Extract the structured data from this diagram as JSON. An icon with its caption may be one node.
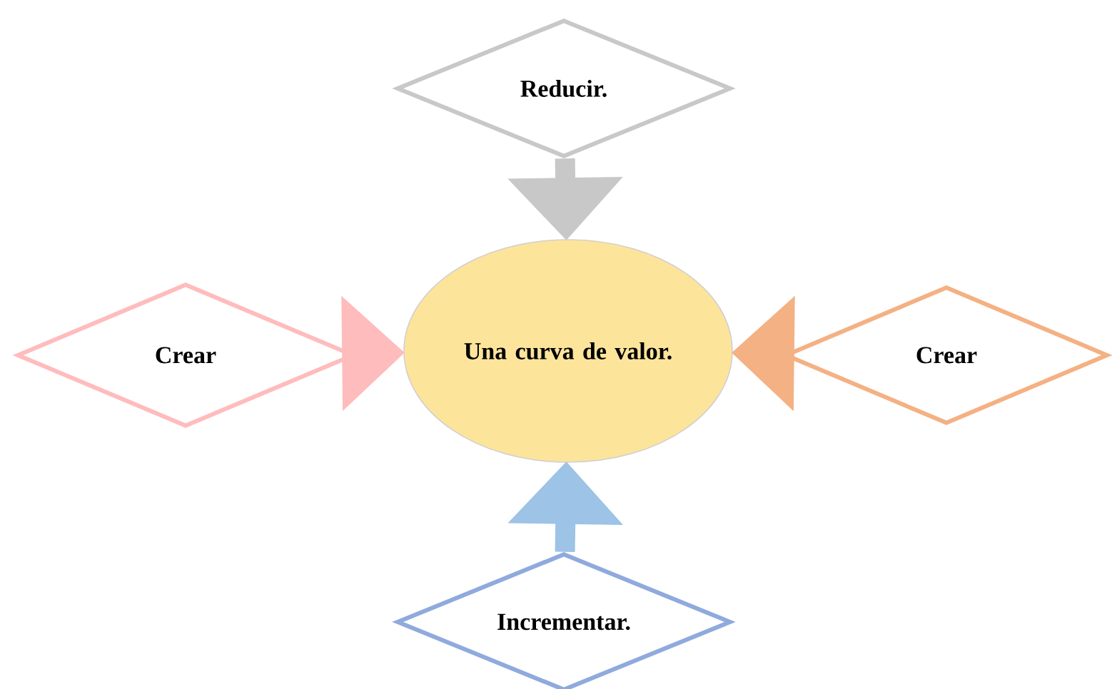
{
  "diagram": {
    "nodes": [
      {
        "text": [
          "Una curva de valor."
        ]
      },
      {
        "text": [
          "Reducir."
        ]
      },
      {
        "text": [
          "Crear"
        ]
      },
      {
        "text": [
          "Crear"
        ]
      },
      {
        "text": [
          "Incrementar."
        ]
      }
    ],
    "edges": [
      {
        "from": 1,
        "to": 0,
        "arrow": "to",
        "color": "#c8c8c8"
      },
      {
        "from": 2,
        "to": 0,
        "arrow": "to",
        "color": "#ffbcbc"
      },
      {
        "from": 3,
        "to": 0,
        "arrow": "to",
        "color": "#f4b183"
      },
      {
        "from": 4,
        "to": 0,
        "arrow": "to",
        "color": "#9dc3e6"
      }
    ]
  }
}
